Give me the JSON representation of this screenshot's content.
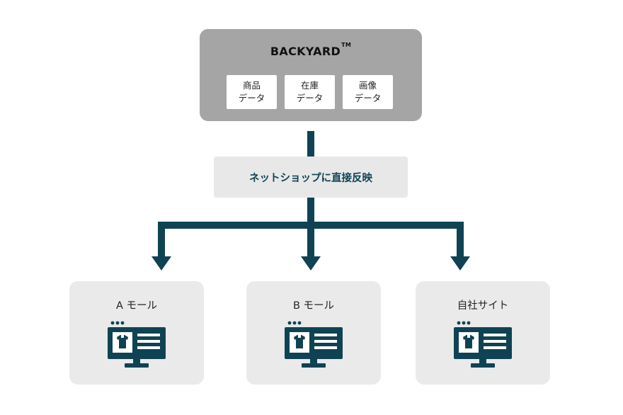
{
  "source": {
    "brand": "BACKYARD",
    "trademark": "TM",
    "chips": [
      {
        "line1": "商品",
        "line2": "データ"
      },
      {
        "line1": "在庫",
        "line2": "データ"
      },
      {
        "line1": "画像",
        "line2": "データ"
      }
    ]
  },
  "connector": {
    "label": "ネットショップに直接反映"
  },
  "targets": [
    {
      "title": "A モール"
    },
    {
      "title": "B モール"
    },
    {
      "title": "自社サイト"
    }
  ],
  "icon": "online-shop-monitor-icon",
  "colors": {
    "source_box": "#a5a5a5",
    "arrow": "#0f4354",
    "card": "#eaeaea",
    "label_text": "#0f4354"
  }
}
